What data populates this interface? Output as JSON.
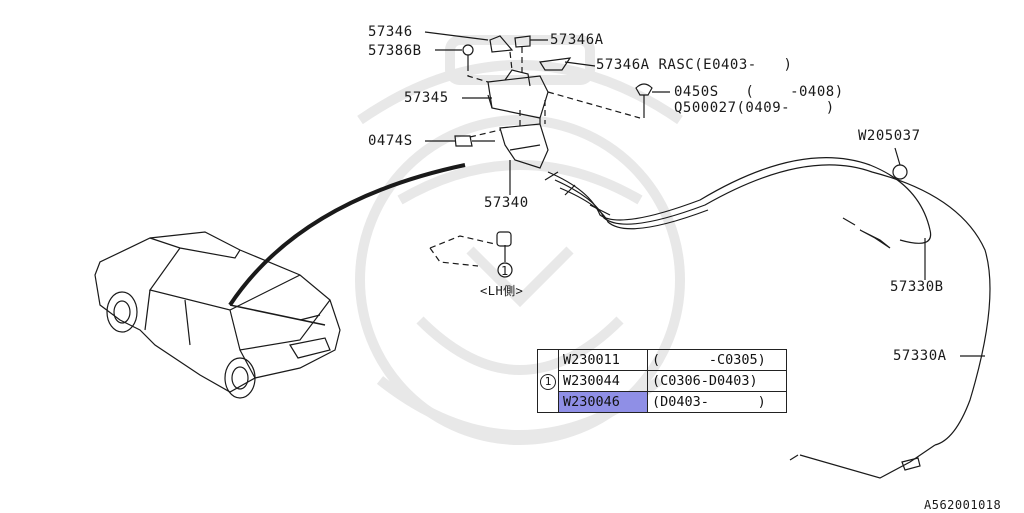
{
  "labels": {
    "p57346": "57346",
    "p57346A": "57346A",
    "p57386B": "57386B",
    "p57346A_rasc": "57346A RASC(E0403-   )",
    "p57345": "57345",
    "p0450S": "0450S   (    -0408)",
    "pQ500027": "Q500027(0409-    )",
    "p0474S": "0474S",
    "pW205037": "W205037",
    "p57340": "57340",
    "ref1": "1",
    "lh": "<LH側>",
    "p57330B": "57330B",
    "p57330A": "57330A",
    "diagram_id": "A562001018"
  },
  "table": {
    "ref": "1",
    "rows": [
      {
        "part": "W230011",
        "range": "(      -C0305)",
        "selected": false
      },
      {
        "part": "W230044",
        "range": "(C0306-D0403)",
        "selected": false
      },
      {
        "part": "W230046",
        "range": "(D0403-      )",
        "selected": true
      }
    ]
  },
  "colors": {
    "line": "#1a1a1a",
    "watermark": "#e6e6e6",
    "highlight": "#8f8fe6"
  }
}
